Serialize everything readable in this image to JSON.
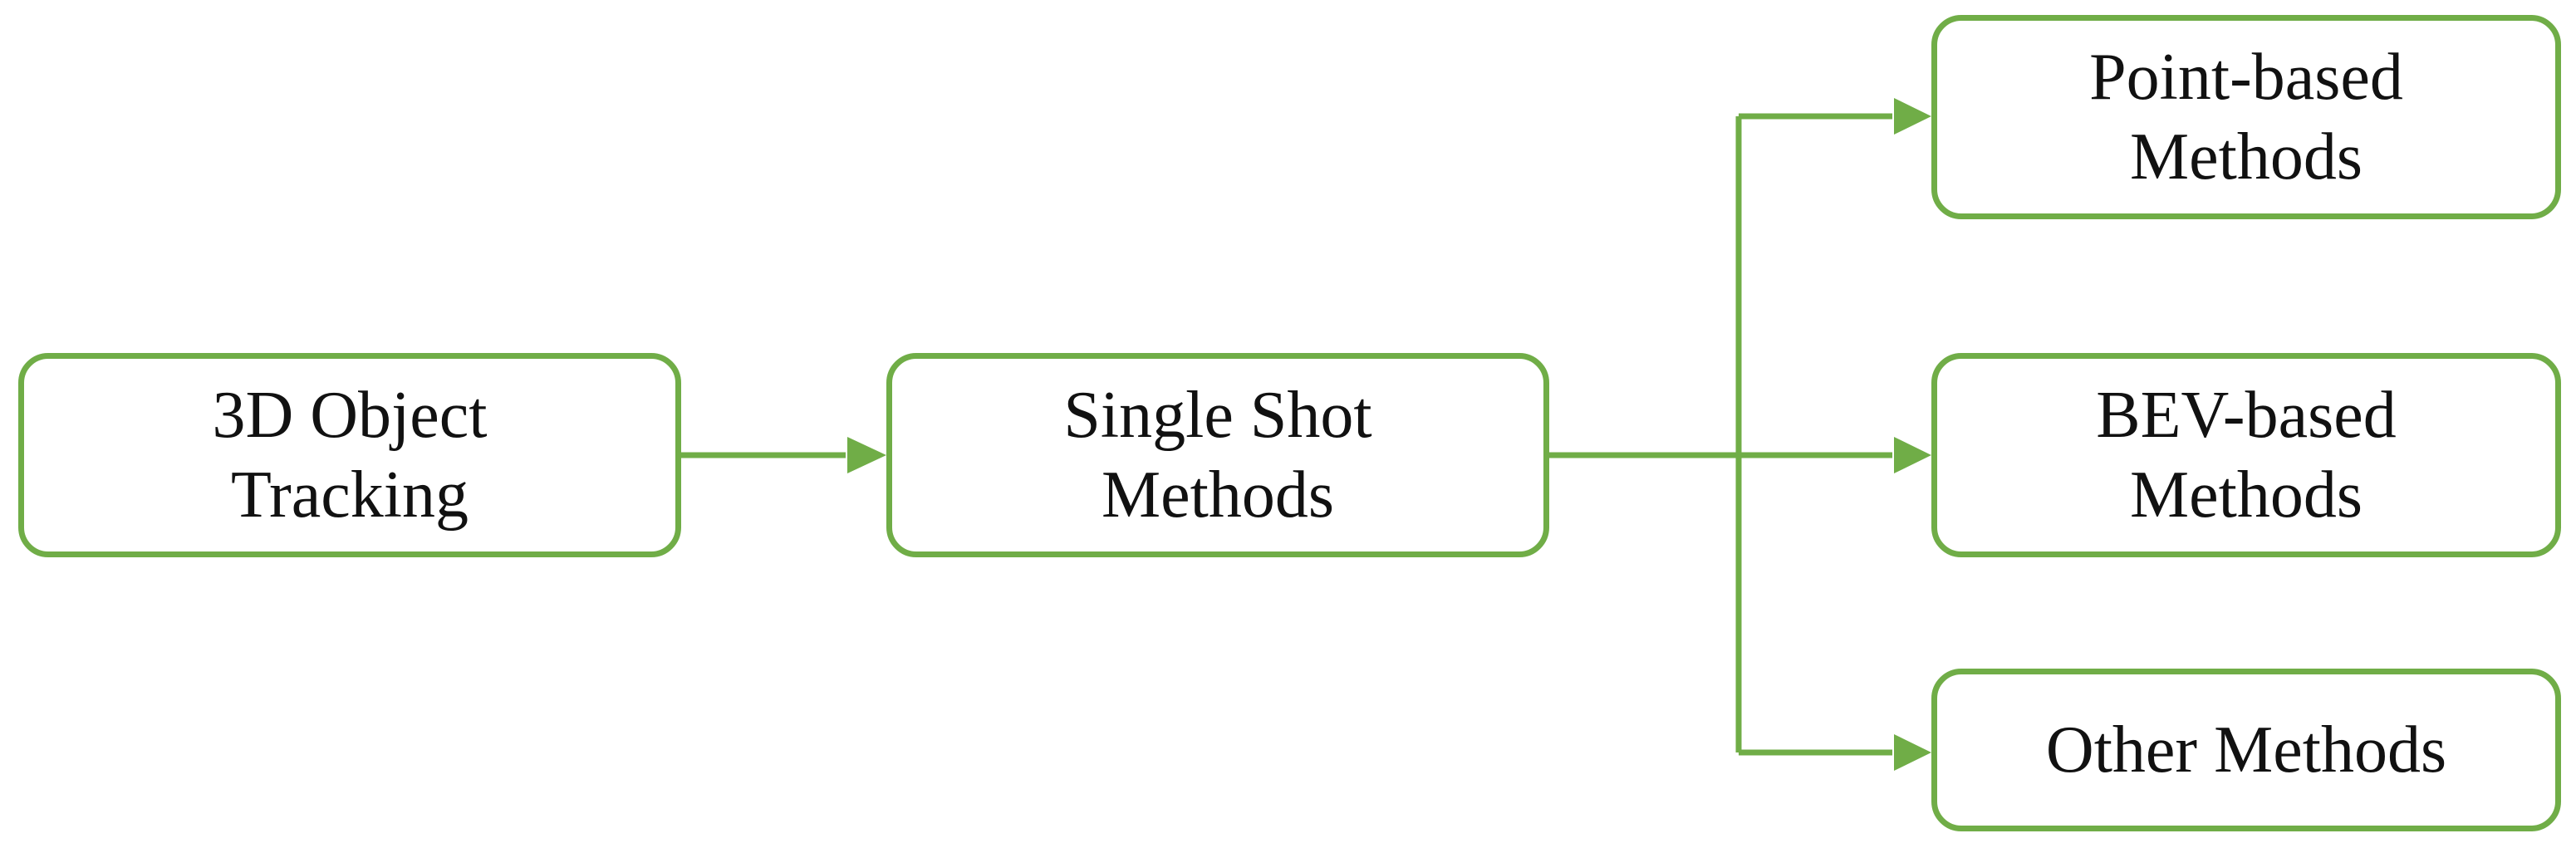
{
  "diagram": {
    "edge_color": "#70ad47",
    "nodes": {
      "root": {
        "line1": "3D Object",
        "line2": "Tracking"
      },
      "single": {
        "line1": "Single Shot",
        "line2": "Methods"
      },
      "point": {
        "line1": "Point-based",
        "line2": "Methods"
      },
      "bev": {
        "line1": "BEV-based",
        "line2": "Methods"
      },
      "other": {
        "line1": "Other Methods"
      }
    },
    "edges": [
      {
        "from": "3D Object Tracking",
        "to": "Single Shot Methods"
      },
      {
        "from": "Single Shot Methods",
        "to": "Point-based Methods"
      },
      {
        "from": "Single Shot Methods",
        "to": "BEV-based Methods"
      },
      {
        "from": "Single Shot Methods",
        "to": "Other Methods"
      }
    ]
  }
}
